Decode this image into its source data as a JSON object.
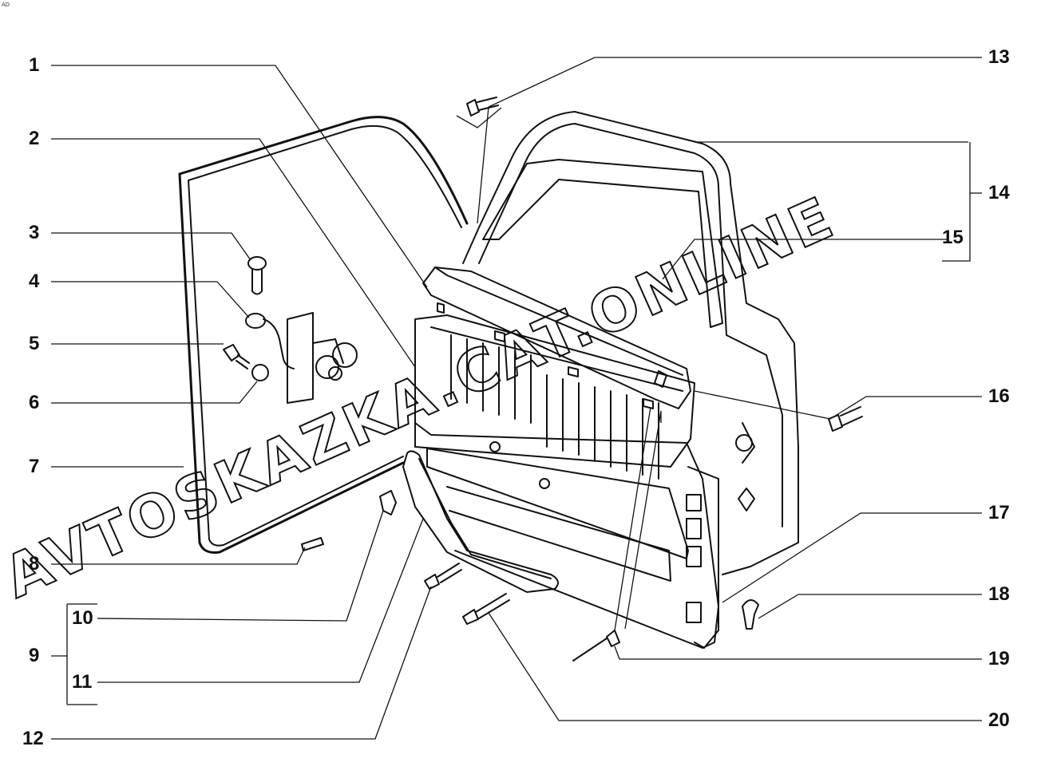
{
  "corner_mark": "AD",
  "watermark": "AVTOSKAZKA.CAT.ONLINE",
  "callouts": {
    "c1": "1",
    "c2": "2",
    "c3": "3",
    "c4": "4",
    "c5": "5",
    "c6": "6",
    "c7": "7",
    "c8": "8",
    "c9": "9",
    "c10": "10",
    "c11": "11",
    "c12": "12",
    "c13": "13",
    "c14": "14",
    "c15": "15",
    "c16": "16",
    "c17": "17",
    "c18": "18",
    "c19": "19",
    "c20": "20"
  }
}
